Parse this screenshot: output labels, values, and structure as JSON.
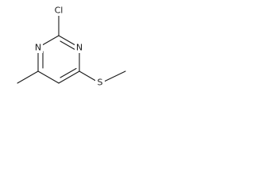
{
  "molecule": {
    "atoms": {
      "cl": "Cl",
      "n1": "N",
      "n3": "N",
      "s": "S"
    }
  }
}
